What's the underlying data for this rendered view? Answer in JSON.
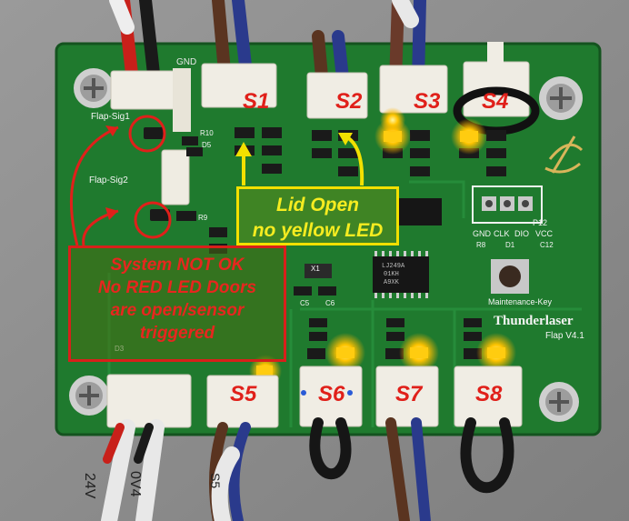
{
  "sensor_labels": [
    "S1",
    "S2",
    "S3",
    "S4",
    "S5",
    "S6",
    "S7",
    "S8"
  ],
  "flap_sig1": "Flap-Sig1",
  "flap_sig2": "Flap-Sig2",
  "lid_note": {
    "line1": "Lid Open",
    "line2": "no yellow LED"
  },
  "system_note": {
    "line1": "System  NOT OK",
    "line2": "No RED LED Doors",
    "line3": "are open/sensor",
    "line4": "triggered"
  },
  "board": {
    "brand": "Thunderlaser",
    "version": "Flap V4.1",
    "maintenance_key": "Maintenance-Key",
    "header_pins": [
      "GND",
      "CLK",
      "DIO",
      "VCC"
    ],
    "header_name": "P12",
    "refs": [
      "R10",
      "D5",
      "R9",
      "D3",
      "R8",
      "D1",
      "C12",
      "C5",
      "C6",
      "X1"
    ],
    "gnd_silk": "GND",
    "ic_marking": [
      "LJ249A",
      "01KH",
      "A9XK"
    ]
  },
  "wire_markings": {
    "left": "24V",
    "left2": "0V4",
    "s5": "S5"
  },
  "colors": {
    "pcb": "#1f7a2e",
    "annotation_red": "#e0201a",
    "annotation_yellow": "#f2e000",
    "led_yellow": "#ffb000"
  }
}
